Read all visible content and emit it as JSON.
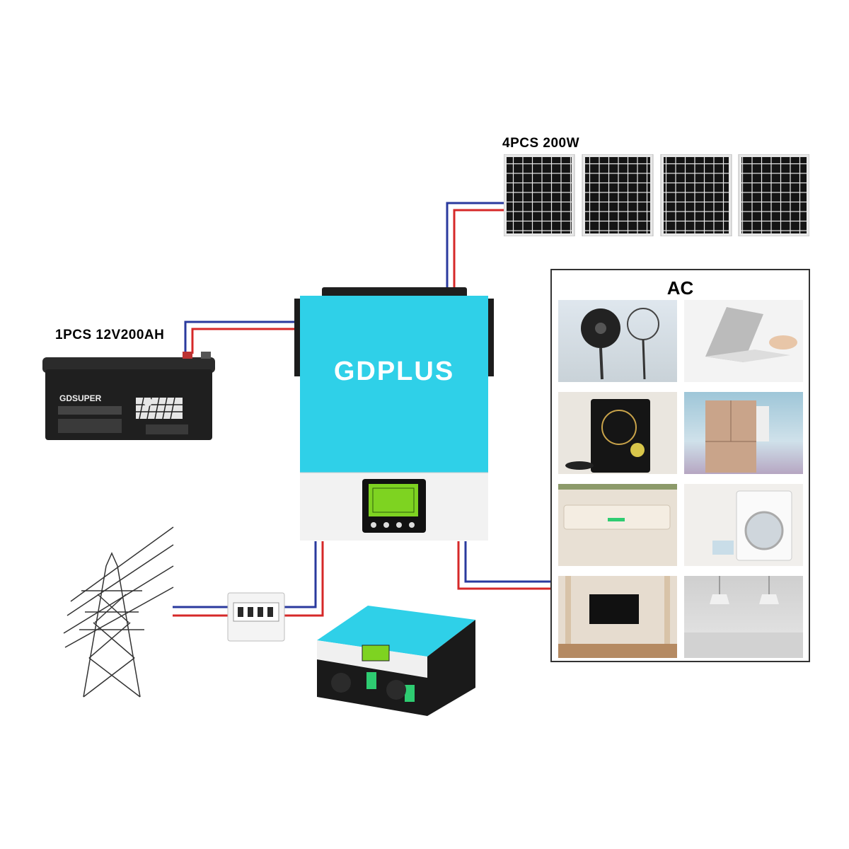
{
  "labels": {
    "solar": "4PCS 200W",
    "battery": "1PCS 12V200AH",
    "ac": "AC"
  },
  "inverter": {
    "brand": "GDPLUS"
  },
  "battery": {
    "brand": "GDSUPER"
  },
  "appliances": [
    {
      "name": "fans"
    },
    {
      "name": "laptop"
    },
    {
      "name": "induction-cooker"
    },
    {
      "name": "refrigerator"
    },
    {
      "name": "air-conditioner"
    },
    {
      "name": "washing-machine"
    },
    {
      "name": "television"
    },
    {
      "name": "ceiling-lamps"
    }
  ],
  "colors": {
    "wire_positive": "#d62828",
    "wire_negative": "#2a3a9e",
    "inverter_top": "#2fd0e8",
    "inverter_bottom": "#f2f2f2",
    "lcd": "#7ed321",
    "panel_cell": "#141414"
  }
}
